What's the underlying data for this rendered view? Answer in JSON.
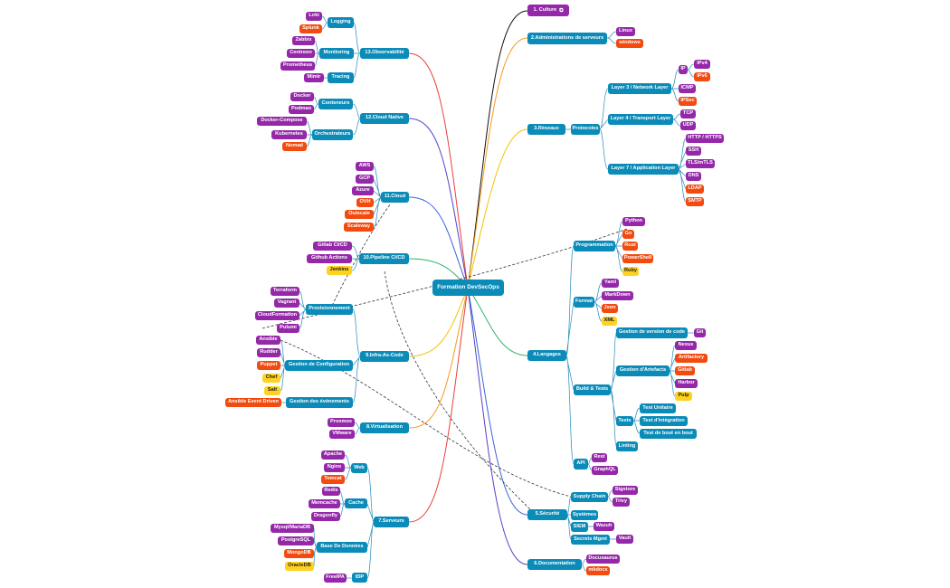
{
  "root": "Formation DevSecOps",
  "sections": {
    "s1": "1.  Culture",
    "s2": "2.Administrations de serveurs",
    "s3": "3.Réseaux",
    "s4": "4.Langages",
    "s5": "5.Sécurité",
    "s6": "6.Documentation",
    "s7": "7.Serveurs",
    "s8": "8.Virtualisation",
    "s9": "9.Infra-As-Code",
    "s10": "10.Pipeline CI/CD",
    "s11": "11.Cloud",
    "s12": "12.Cloud Native",
    "s13": "13.Observabilité"
  },
  "link_icon": "external-link-icon",
  "admin": {
    "linux": "Linux",
    "windows": "windows"
  },
  "reseaux": {
    "protocoles": "Protocoles",
    "layer3": "Layer 3 / Network Layer",
    "layer4": "Layer 4 / Transport Layer",
    "layer7": "Layer 7 / Application Layer",
    "ip": "IP",
    "ipv4": "IPv4",
    "ipv6": "IPv6",
    "icmp": "ICMP",
    "ipsec": "IPSec",
    "tcp": "TCP",
    "udp": "UDP",
    "http": "HTTP / HTTPS",
    "ssh": "SSH",
    "tls": "TLS/mTLS",
    "dns": "DNS",
    "ldap": "LDAP",
    "smtp": "SMTP"
  },
  "langages": {
    "programmation": "Programmation",
    "python": "Python",
    "go": "Go",
    "rust": "Rust",
    "powershell": "PowerShell",
    "ruby": "Ruby",
    "format": "Format",
    "yaml": "Yaml",
    "markdown": "MarkDown",
    "json": "Json",
    "xml": "XML",
    "build": "Build & Tests",
    "vcs": "Gestion de version de code",
    "git": "Git",
    "artefacts": "Gestion d'Artefacts",
    "nexus": "Nexus",
    "artifactory": "Artifactory",
    "gitlab": "Gitlab",
    "harbor": "Harbor",
    "pulp": "Pulp",
    "tests": "Tests",
    "unit": "Test Unitaire",
    "integration": "Test d'intégration",
    "e2e": "Test de bout en bout",
    "linting": "Linting",
    "api": "API",
    "rest": "Rest",
    "graphql": "GraphQL"
  },
  "securite": {
    "supply": "Supply Chain",
    "sigstore": "Sigstore",
    "trivy": "Trivy",
    "systemes": "Systèmes",
    "siem": "SIEM",
    "wazuh": "Wazuh",
    "secrets": "Secrets Mgmt",
    "vault": "Vault"
  },
  "doc": {
    "docusaurus": "Docusaurus",
    "mkdocs": "mkdocs"
  },
  "serveurs": {
    "web": "Web",
    "apache": "Apache",
    "nginx": "Nginx",
    "tomcat": "Tomcat",
    "cache": "Cache",
    "redis": "Redis",
    "memcache": "Memcache",
    "dragonfly": "Dragonfly",
    "bdd": "Base De Données",
    "mysql": "Mysql/MariaDB",
    "postgres": "PostgreSQL",
    "mongo": "MongoDB",
    "oracle": "OracleDB",
    "idp": "IDP",
    "freeipa": "FreeIPA"
  },
  "virtu": {
    "proxmox": "Proxmox",
    "vmware": "VMware"
  },
  "iac": {
    "provisionnement": "Provisionnement",
    "terraform": "Terraform",
    "vagrant": "Vagrant",
    "cloudformation": "CloudFormation",
    "pulumi": "Pulumi",
    "config": "Gestion de Configuration",
    "ansible": "Ansible",
    "rudder": "Rudder",
    "puppet": "Puppet",
    "chef": "Chef",
    "salt": "Salt",
    "events": "Gestion des évènements",
    "eda": "Ansible Event Driven"
  },
  "cicd": {
    "gitlabci": "Gitlab CI/CD",
    "github": "Github Actions",
    "jenkins": "Jenkins"
  },
  "cloud": {
    "aws": "AWS",
    "gcp": "GCP",
    "azure": "Azure",
    "ovh": "OVH",
    "outscale": "Outscale",
    "scaleway": "Scaleway"
  },
  "cloudnative": {
    "conteneurs": "Conteneurs",
    "docker": "Docker",
    "podman": "Podman",
    "orchestrateurs": "Orchestrateurs",
    "compose": "Docker-Compose",
    "kubernetes": "Kubernetes",
    "nomad": "Nomad"
  },
  "observ": {
    "logging": "Logging",
    "loki": "Loki",
    "splunk": "Splunk",
    "monitoring": "Monitoring",
    "zabbix": "Zabbix",
    "centreon": "Centreon",
    "prometheus": "Prometheus",
    "tracing": "Tracing",
    "mimir": "Mimir"
  },
  "colors": {
    "teal": "#0a8bb8",
    "purple": "#9428a8",
    "orange": "#f24a0f",
    "yellow": "#ffd21f"
  }
}
